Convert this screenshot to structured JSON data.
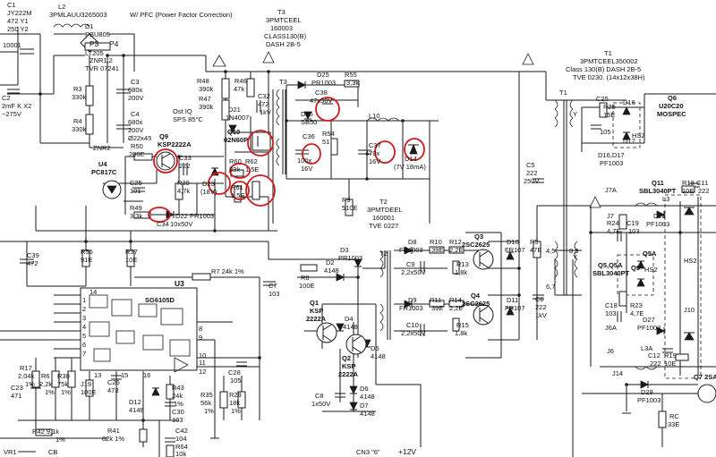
{
  "colors": {
    "wire": "#1a1a1a",
    "annotation": "#d01a1a",
    "background": "#ffffff"
  },
  "top_left": {
    "c1": "C1",
    "y222": "JY222M",
    "y222b": "472 Y1",
    "y222c": "250 Y2",
    "f": "10001"
  },
  "pfc": {
    "l2": "L2",
    "l2_part": "3PMLAUU3265003",
    "l2_note": "W/ PFC (Power Factor Correction)",
    "d1": "D1",
    "d1_part": "PBU805",
    "d1_part2": "LT205",
    "p3": "P3",
    "p4": "P4",
    "znr": "ZNR1,2",
    "znr2": "TVR 07241",
    "znr2_label": "ZNR2",
    "r3": "R3",
    "r3v": "330k",
    "r4": "R4",
    "r4v": "330k",
    "c3": "C3",
    "c3v": "680x",
    "c3v2": "200V",
    "c4": "C4",
    "c4v": "680x",
    "c4v2": "200V",
    "c4v3": "Ø22x45",
    "c2": "C2",
    "c2v": "2mF K X2",
    "c2v2": "~275V",
    "ost": "Ost IQ",
    "sps": "SPS 85°C"
  },
  "t3": {
    "name": "T3",
    "part": "3PMTCEEL",
    "num": "160003",
    "cls": "CLASS130(B)",
    "dash": "DASH 2B-5"
  },
  "t1": {
    "name": "T1",
    "part": "3PMTCEEL350002",
    "cls": "Class 130(B) DASH 2B-5",
    "tve": "TVE 0230. (14x12x38H)"
  },
  "t2": {
    "name": "T2",
    "part": "3PMTDEEL",
    "num": "160001",
    "tve": "TVE 0227"
  },
  "primary": {
    "r48": "R48",
    "r48v": "390k",
    "r46": "R46",
    "r46v": "47k",
    "r47": "R47",
    "r47v": "390k",
    "c32": "C32",
    "c32v": "472",
    "c32v2": "1kV",
    "d21": "D21",
    "d21v": "1N4007",
    "q10": "Q10",
    "q10v": "02N60P",
    "r50": "R50",
    "r50v": "200E",
    "q9": "Q9",
    "q9v": "KSP2222A",
    "c33": "C33",
    "c33v": "222",
    "c25": "C25",
    "c25v": "101",
    "r39": "R39",
    "r39v": "4,7k",
    "d23": "D23",
    "d23v": "(18V)",
    "r60": "R60",
    "r60v": "33k",
    "r61": "R61",
    "r61v": "1,5E",
    "r62": "R62",
    "r62v": "1,5E",
    "r49": "R49",
    "r49v": "3,3k",
    "c34": "C34",
    "c34v": "10x50V",
    "d22": "D22",
    "d22v": "PR1003"
  },
  "aux": {
    "d25": "D25",
    "d25v": "PR1003",
    "r55": "R55",
    "r55v": "3,3k",
    "c38": "C38",
    "c38v": "47x50V",
    "d26": "D26",
    "d26v": "SB50",
    "l10": "L10",
    "c36": "C36",
    "c36v": "100x",
    "c36v2": "16V",
    "r54": "R54",
    "r54v": "51",
    "c37": "C37",
    "c37v": "470x",
    "c37v2": "16V",
    "d14": "D14",
    "d14v": "(7V 18mA)",
    "r9": "R9",
    "r9v": "510E"
  },
  "opto": {
    "u4": "U4",
    "u4v": "PC817C",
    "c39": "C39",
    "c39v": "472",
    "r56": "R56",
    "r56v": "91E",
    "r37": "R37",
    "r37v": "10E",
    "r7": "R7 24k 1%",
    "c7": "C7",
    "c7v": "103",
    "r8": "R8",
    "r8v": "100E"
  },
  "u3": {
    "name": "U3",
    "part": "SG6105D",
    "pins": [
      "14",
      "1",
      "2",
      "3",
      "4",
      "5",
      "6",
      "7",
      "8",
      "9",
      "10",
      "11",
      "12",
      "13",
      "15",
      "16"
    ]
  },
  "bottom": {
    "r17": "R17",
    "r17v": "2,04k",
    "r17t": "1%",
    "r6": "R6",
    "r6v": "2,2k",
    "r6t": "1%",
    "r30": "R30",
    "r30v": "75k",
    "r30t": "1%",
    "j19": "J19",
    "j19v": "100E",
    "c23": "C23",
    "c23v": "471",
    "c26": "C26",
    "c26v": "473",
    "d12": "D12",
    "d12v": "4148",
    "r43": "R43",
    "r43v": "24k",
    "r43t": "1%",
    "c30": "C30",
    "c30v": "103",
    "r35": "R35",
    "r35v": "56k",
    "r35t": "1%",
    "r29": "R29",
    "r29v": "18k",
    "r29t": "1%",
    "c28": "C28",
    "c28v": "105",
    "r41": "R41",
    "r41v": "82k 1%",
    "c42": "C42",
    "c42v": "104",
    "r64": "R64",
    "r64v": "10k",
    "r42": "R42 9,1k",
    "r42t": "1%",
    "vr1": "VR1",
    "cb": "CB",
    "cn3": "CN3 \"6\"",
    "v12": "+12V"
  },
  "drivers": {
    "q1": "Q1",
    "q1v": "KSP",
    "q1v2": "2222A",
    "q2": "Q2",
    "q2v": "KSP",
    "q2v2": "2222A",
    "d2": "D2",
    "d2v": "4148",
    "d3": "D3",
    "d3v": "PR1003",
    "d4": "D4",
    "d4v": "4148",
    "d5": "D5",
    "d5v": "4148",
    "d6": "D6",
    "d6v": "4148",
    "d7": "D7",
    "d7v": "4148",
    "c8": "C8",
    "c8v": "1x50V"
  },
  "halfbridge": {
    "d8": "D8",
    "d8v": "FR1003",
    "r10": "R10",
    "r10v": "39E",
    "r12": "R12",
    "r12v": "2,2E",
    "q3": "Q3",
    "q3v": "2SC2625",
    "d10": "D10",
    "d10v": "FR107",
    "c9": "C9",
    "c9v": "2,2x50V",
    "r13": "R13",
    "r13v": "1,8k",
    "d9": "D9",
    "d9v": "FR1003",
    "r11": "R11",
    "r11v": "39E",
    "r14": "R14",
    "r14v": "2,2E",
    "q4": "Q4",
    "q4v": "2SC2625",
    "d11": "D11",
    "d11v": "FR107",
    "c10": "C10",
    "c10v": "2,2x50V",
    "r15": "R15",
    "r15v": "1,8k",
    "r5": "R5",
    "r5v": "47E",
    "c5": "C5",
    "c5v": "222",
    "c5v2": "250V",
    "c6": "C6",
    "c6v": "222",
    "c6v2": "1kV",
    "pins_a": "4,5",
    "pins_b": "8,9",
    "pins_c": "6,7"
  },
  "secondary": {
    "c25b": "C25",
    "c25bv": "105",
    "r25": "R25",
    "r25v": "15E",
    "d16": "D16",
    "d17": "D17",
    "d1617": "D16,D17",
    "pf": "PF1003",
    "q6": "Q6",
    "q6v": "U20C20",
    "q6v2": "MOSPEC",
    "hs2": "HS2",
    "q11": "Q11",
    "q11v": "SBL3040PT",
    "r18": "R18",
    "r18v": "10E",
    "c11": "C11",
    "c11v": "222",
    "j7a": "J7A",
    "j7": "J7",
    "r24": "R24",
    "r24v": "4,7E",
    "c19": "C19",
    "c19v": "103",
    "d18": "D18",
    "d18v": "PF1003",
    "l3": "L3",
    "q5a": "Q5A",
    "q5": "Q5",
    "q5q5a": "Q5,Q5A",
    "q5v": "SBL3040PT",
    "c18": "C18",
    "c18v": "103",
    "r23": "R23",
    "r23v": "4,7E",
    "d27": "D27",
    "d27v": "PF1003",
    "j6a": "J6A",
    "j6": "J6",
    "l3a": "L3A",
    "j10": "J10",
    "c12": "C12",
    "c12v": "222",
    "r19": "R19",
    "r19v": "10E",
    "j14": "J14",
    "d28": "D28",
    "d28v": "PF1003",
    "q7": "Q7 2SA",
    "rc": "RC",
    "rcv": "33E",
    "y": "Y"
  }
}
